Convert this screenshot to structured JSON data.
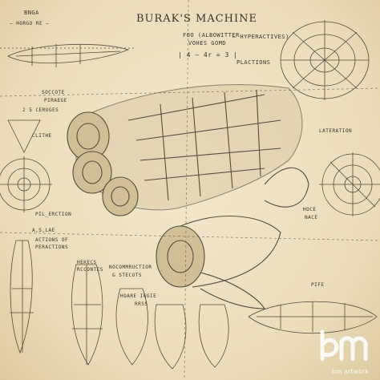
{
  "title": "BURAK'S MACHINE",
  "watermark": {
    "mark": "bm",
    "text": "bm artwork"
  },
  "colors": {
    "paper": "#efe3c4",
    "ink": "#3a3226",
    "watermark": "#ffffff"
  },
  "annotations": {
    "top_left": "BNGA",
    "under_top_left": "— HORGO RE —",
    "upper_mid_1": "FOO (ALBOWITTER",
    "upper_mid_2": "VOHES GOMD",
    "equation": "| 4 — 4r = 3 |",
    "hyperactives": "— HYPERACTIVES)",
    "plactions": "PLACTIONS",
    "left_1": "2 5 CERUGES",
    "left_2": "SOCCOTE",
    "left_3": "PIRAEGE",
    "left_4": "CLITHE",
    "lateration": "LATERATION",
    "mid_left": "PIL_ERCTION",
    "side_left_1": "A,S,LAE",
    "side_left_2": "ACTIONS OF",
    "side_left_3": "PERACTIONS",
    "bottom_1": "HEKECS",
    "bottom_2": "RCCONTES",
    "bottom_3": "NOCOMMRUCTIOR",
    "bottom_4": "& STECOTS",
    "bottom_5": "HOARE IGGIE",
    "bottom_6": "RRSS",
    "right_1": "HOCE",
    "right_2": "NACE",
    "right_3": "PIFE"
  }
}
